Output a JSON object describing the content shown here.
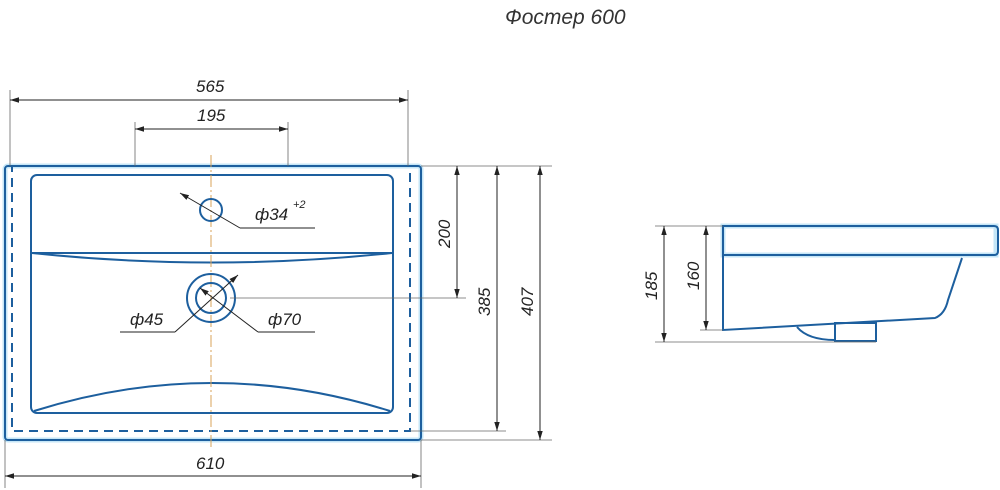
{
  "title": "Фостер 600",
  "top_view": {
    "dims": {
      "width_inner": "565",
      "faucet_spacing": "195",
      "width_total": "610",
      "faucet_to_drain": "200",
      "depth_inner": "385",
      "depth_total": "407"
    },
    "holes": {
      "faucet_diameter": "ф34",
      "faucet_tolerance": "+2",
      "drain_inner_diameter": "ф45",
      "drain_outer_diameter": "ф70"
    }
  },
  "side_view": {
    "dims": {
      "total_height": "185",
      "body_height": "160"
    }
  },
  "colors": {
    "outline": "#1d5f9e",
    "dimension": "#222222",
    "centerline": "#d9a35a"
  }
}
